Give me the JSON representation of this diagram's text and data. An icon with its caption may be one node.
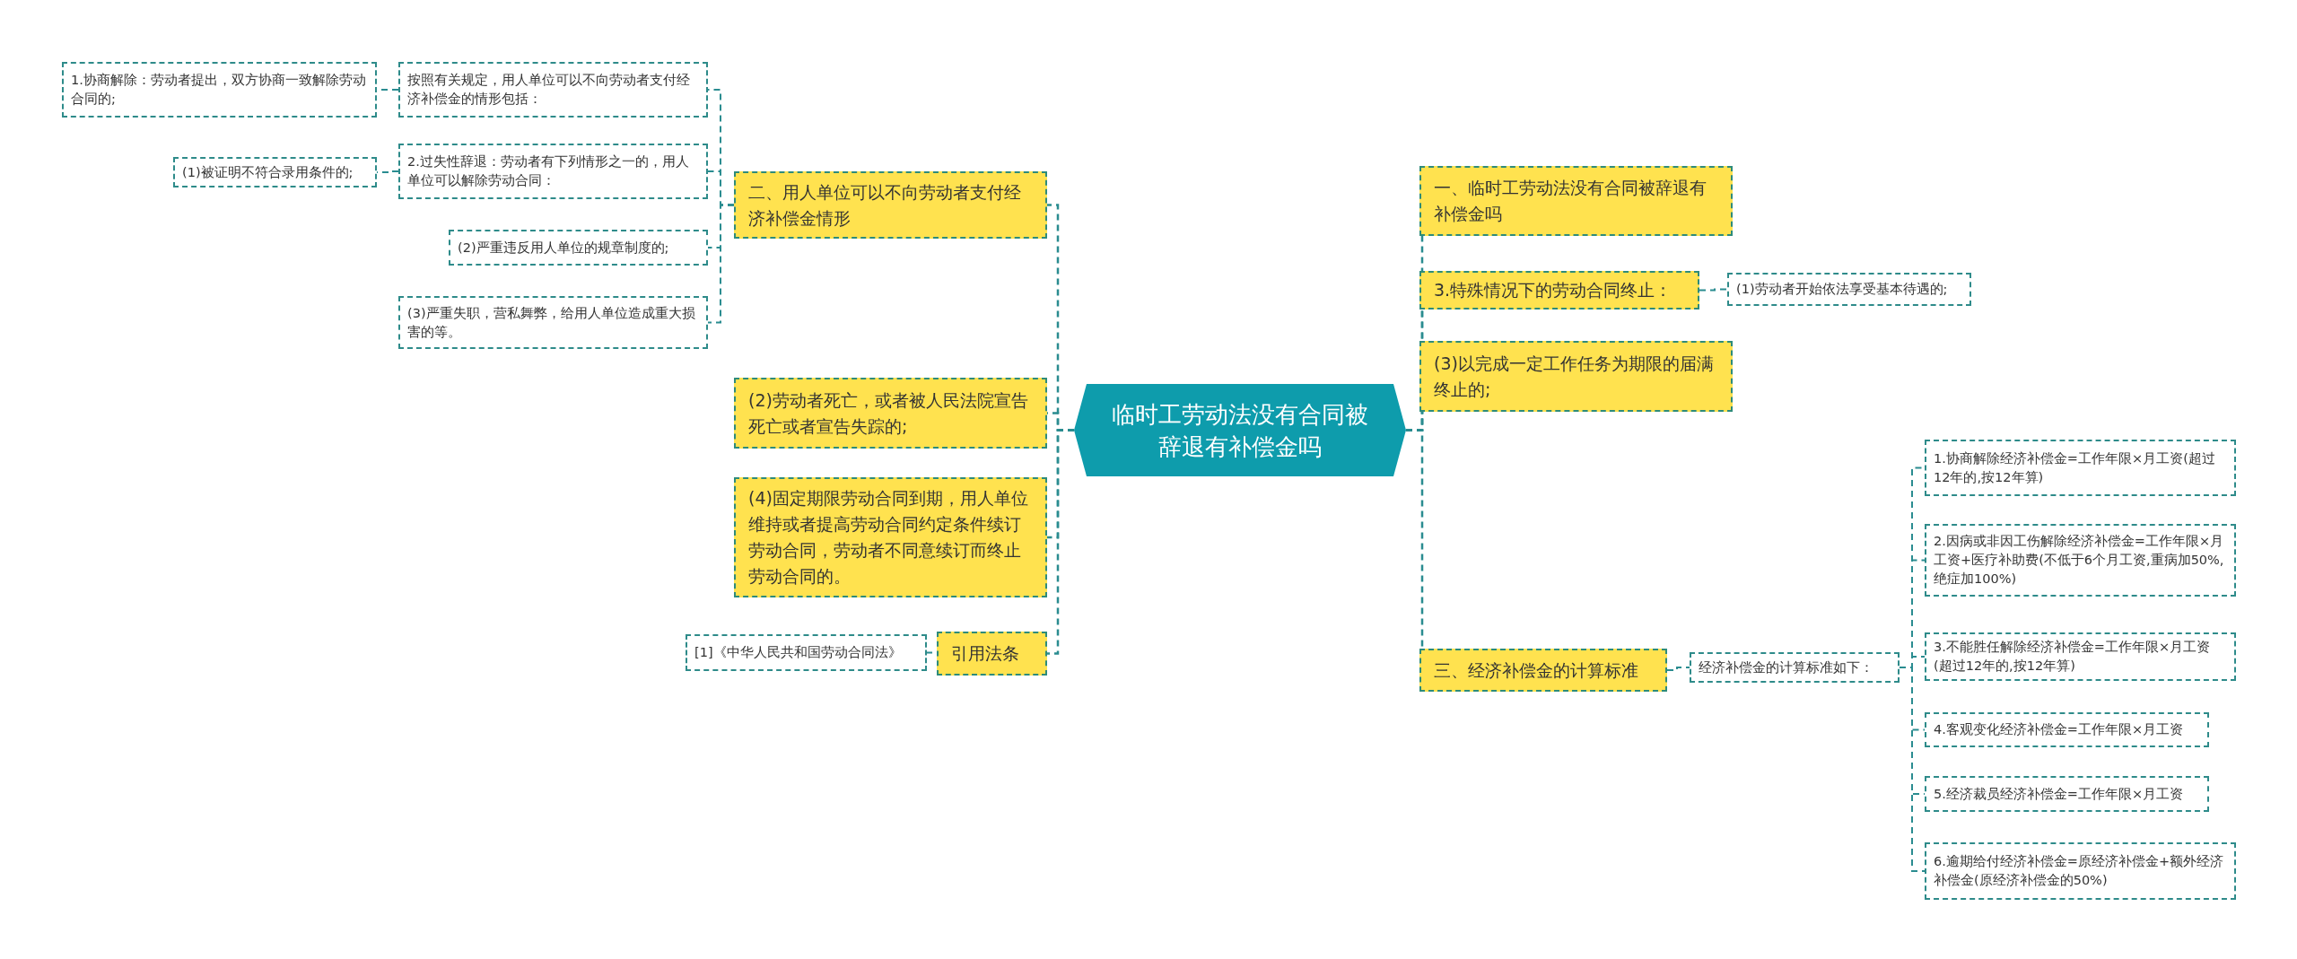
{
  "diagram": {
    "nodes": [
      {
        "text": [
          "临时工劳动法没有合同被辞退有补偿金吗"
        ]
      },
      {
        "text": [
          "二、用人单位可以不向劳动者支付经济补偿金情形"
        ]
      },
      {
        "text": [
          "按照有关规定，用人单位可以不向劳动者支付经济补偿金的情形包括："
        ]
      },
      {
        "text": [
          "1.协商解除：劳动者提出，双方协商一致解除劳动合同的;"
        ]
      },
      {
        "text": [
          "2.过失性辞退：劳动者有下列情形之一的，用人单位可以解除劳动合同："
        ]
      },
      {
        "text": [
          "(1)被证明不符合录用条件的;"
        ]
      },
      {
        "text": [
          "(2)严重违反用人单位的规章制度的;"
        ]
      },
      {
        "text": [
          "(3)严重失职，营私舞弊，给用人单位造成重大损害的等。"
        ]
      },
      {
        "text": [
          "(2)劳动者死亡，或者被人民法院宣告死亡或者宣告失踪的;"
        ]
      },
      {
        "text": [
          "(4)固定期限劳动合同到期，用人单位维持或者提高劳动合同约定条件续订劳动合同，劳动者不同意续订而终止劳动合同的。"
        ]
      },
      {
        "text": [
          "引用法条"
        ]
      },
      {
        "text": [
          "[1]《中华人民共和国劳动合同法》"
        ]
      },
      {
        "text": [
          "一、临时工劳动法没有合同被辞退有补偿金吗"
        ]
      },
      {
        "text": [
          "3.特殊情况下的劳动合同终止："
        ]
      },
      {
        "text": [
          "(1)劳动者开始依法享受基本待遇的;"
        ]
      },
      {
        "text": [
          "(3)以完成一定工作任务为期限的届满终止的;"
        ]
      },
      {
        "text": [
          "三、经济补偿金的计算标准"
        ]
      },
      {
        "text": [
          "经济补偿金的计算标准如下："
        ]
      },
      {
        "text": [
          "1.协商解除经济补偿金=工作年限×月工资(超过12年的,按12年算)"
        ]
      },
      {
        "text": [
          "2.因病或非因工伤解除经济补偿金=工作年限×月工资+医疗补助费(不低于6个月工资,重病加50%,绝症加100%)"
        ]
      },
      {
        "text": [
          "3.不能胜任解除经济补偿金=工作年限×月工资(超过12年的,按12年算)"
        ]
      },
      {
        "text": [
          "4.客观变化经济补偿金=工作年限×月工资"
        ]
      },
      {
        "text": [
          "5.经济裁员经济补偿金=工作年限×月工资"
        ]
      },
      {
        "text": [
          "6.逾期给付经济补偿金=原经济补偿金+额外经济补偿金(原经济补偿金的50%)"
        ]
      }
    ],
    "edges": [
      {
        "from": 0,
        "to": 1,
        "arrow": "none"
      },
      {
        "from": 1,
        "to": 2,
        "arrow": "none"
      },
      {
        "from": 2,
        "to": 3,
        "arrow": "none"
      },
      {
        "from": 1,
        "to": 4,
        "arrow": "none"
      },
      {
        "from": 4,
        "to": 5,
        "arrow": "none"
      },
      {
        "from": 1,
        "to": 6,
        "arrow": "none"
      },
      {
        "from": 1,
        "to": 7,
        "arrow": "none"
      },
      {
        "from": 0,
        "to": 8,
        "arrow": "none"
      },
      {
        "from": 0,
        "to": 9,
        "arrow": "none"
      },
      {
        "from": 0,
        "to": 10,
        "arrow": "none"
      },
      {
        "from": 10,
        "to": 11,
        "arrow": "none"
      },
      {
        "from": 0,
        "to": 12,
        "arrow": "none"
      },
      {
        "from": 0,
        "to": 13,
        "arrow": "none"
      },
      {
        "from": 13,
        "to": 14,
        "arrow": "none"
      },
      {
        "from": 0,
        "to": 15,
        "arrow": "none"
      },
      {
        "from": 0,
        "to": 16,
        "arrow": "none"
      },
      {
        "from": 16,
        "to": 17,
        "arrow": "none"
      },
      {
        "from": 17,
        "to": 18,
        "arrow": "none"
      },
      {
        "from": 17,
        "to": 19,
        "arrow": "none"
      },
      {
        "from": 17,
        "to": 20,
        "arrow": "none"
      },
      {
        "from": 17,
        "to": 21,
        "arrow": "none"
      },
      {
        "from": 17,
        "to": 22,
        "arrow": "none"
      },
      {
        "from": 17,
        "to": 23,
        "arrow": "none"
      }
    ]
  }
}
